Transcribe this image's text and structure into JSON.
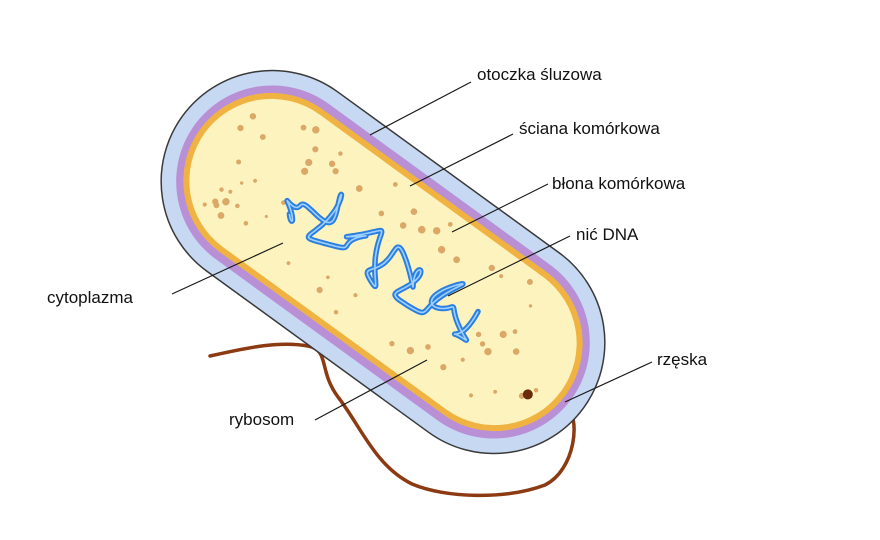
{
  "labels": {
    "capsule": "otoczka śluzowa",
    "cell_wall": "ściana komórkowa",
    "cell_membrane": "błona komórkowa",
    "dna": "nić DNA",
    "cytoplasm": "cytoplazma",
    "flagellum": "rzęska",
    "ribosome": "rybosom"
  },
  "colors": {
    "capsule": "#c6d8f2",
    "cell_wall": "#b990d6",
    "cell_membrane": "#f0b341",
    "cytoplasm": "#fdf3bf",
    "dna": "#2b7fe0",
    "ribosome": "#dba868",
    "flagellum": "#8b3a12",
    "outline": "#3a3a3a"
  }
}
